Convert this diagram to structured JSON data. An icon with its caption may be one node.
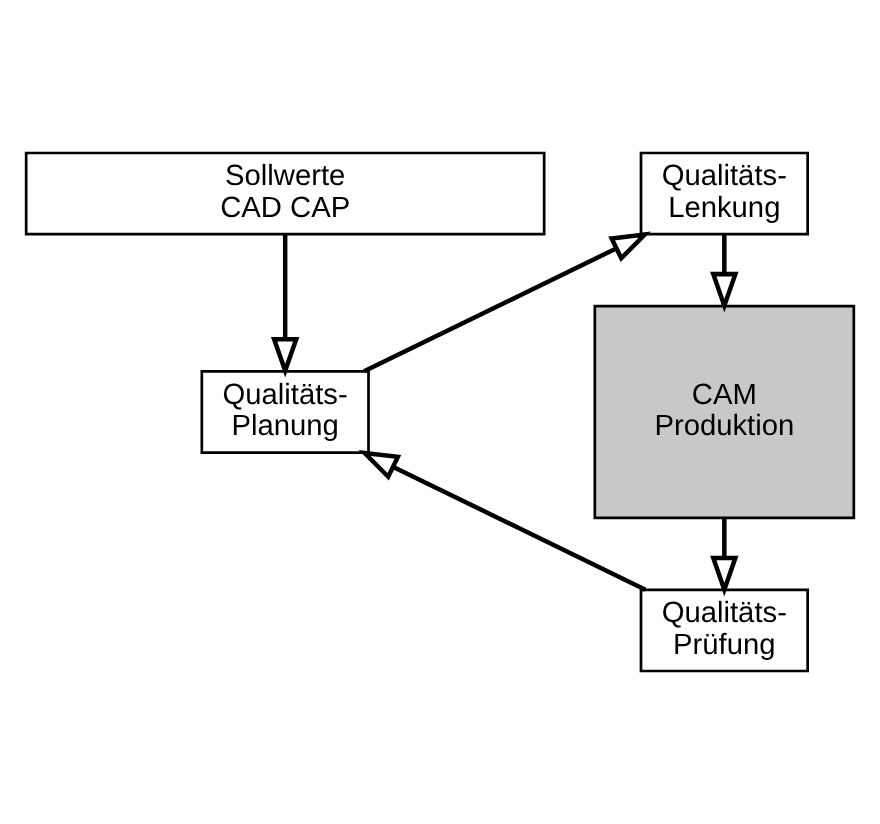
{
  "diagram": {
    "nodes": [
      {
        "text": [
          "Sollwerte",
          "CAD CAP"
        ]
      },
      {
        "text": [
          "Qualitäts- Lenkung"
        ]
      },
      {
        "text": [
          "Qualitäts- Planung"
        ]
      },
      {
        "text": [
          "CAM",
          "Produktion"
        ]
      },
      {
        "text": [
          "Qualitäts- Prüfung"
        ]
      }
    ],
    "edges": [
      {
        "from": 0,
        "to": 2,
        "arrow": "to"
      },
      {
        "from": 1,
        "to": 3,
        "arrow": "to"
      },
      {
        "from": 3,
        "to": 4,
        "arrow": "to"
      },
      {
        "from": 4,
        "to": 2,
        "arrow": "to"
      },
      {
        "from": 2,
        "to": 1,
        "arrow": "to"
      }
    ]
  }
}
